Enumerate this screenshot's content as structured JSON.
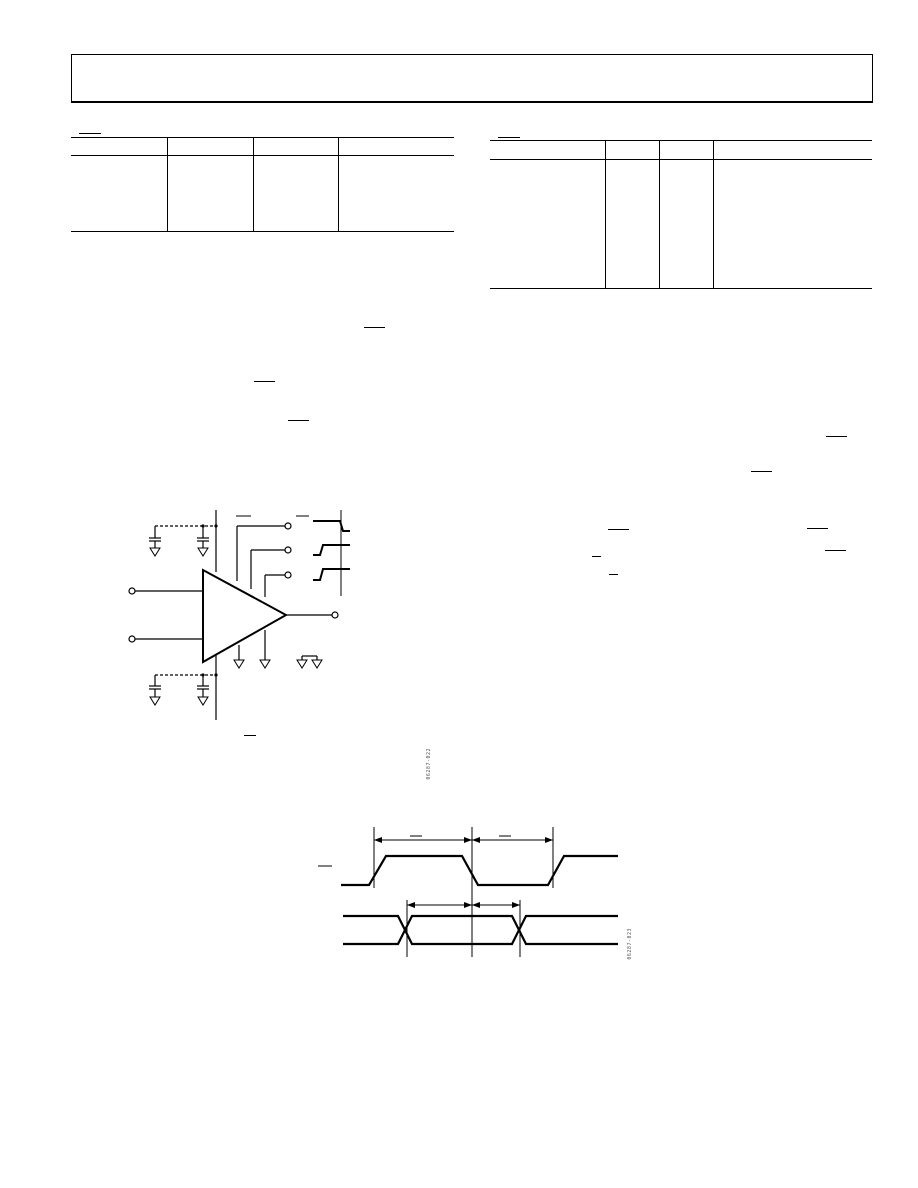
{
  "header": {},
  "left_table": {
    "columns": 4,
    "rows": 1
  },
  "right_table": {
    "columns": 4,
    "rows": 1
  },
  "figures": {
    "switch_schematic": {
      "figure_number": "06287-022"
    },
    "timing_diagram": {
      "figure_number": "06287-023"
    }
  }
}
